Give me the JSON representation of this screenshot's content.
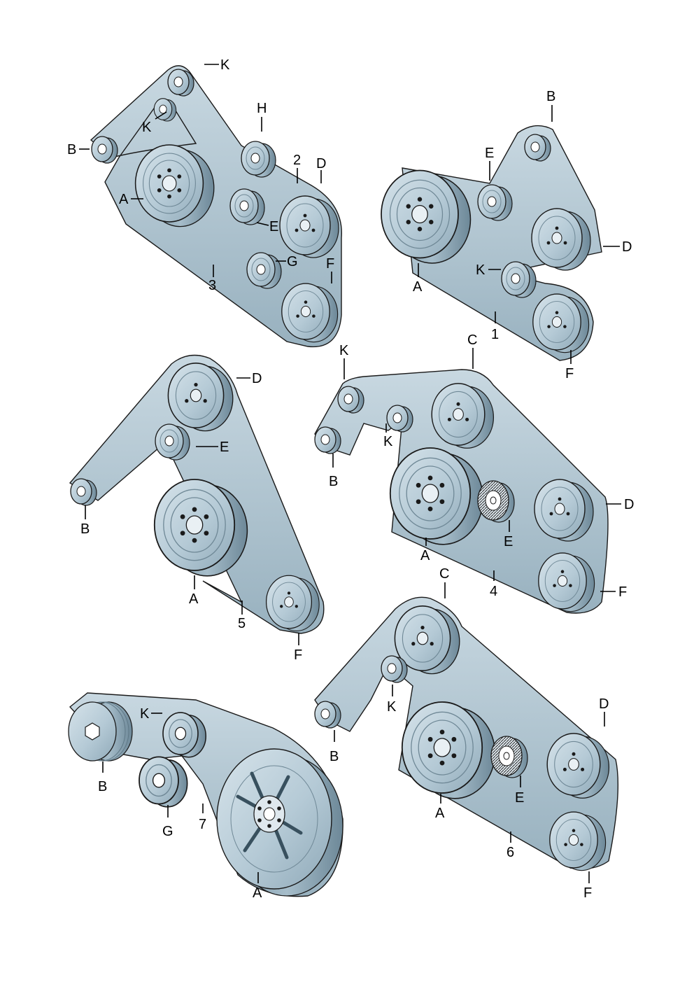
{
  "diagram": {
    "title": "Poly V-belt drive arrangements",
    "colors": {
      "pulley_face": "#b9cdd8",
      "pulley_side": "#8ea9b8",
      "pulley_dark": "#5f7886",
      "belt": "#a9c0cc",
      "outline": "#1a1a1a",
      "hole": "#1a1a1a",
      "background": "#ffffff"
    },
    "assemblies": [
      {
        "id": "belt-3",
        "belt_number": "3",
        "labels": {
          "k_top": "K",
          "k_mid": "K",
          "b": "B",
          "a": "A",
          "h": "H",
          "two": "2",
          "d": "D",
          "e": "E",
          "g": "G",
          "f": "F",
          "belt": "3"
        }
      },
      {
        "id": "belt-1",
        "belt_number": "1",
        "labels": {
          "b": "B",
          "e": "E",
          "a": "A",
          "d": "D",
          "k": "K",
          "f": "F",
          "belt": "1"
        }
      },
      {
        "id": "belt-5",
        "belt_number": "5",
        "labels": {
          "d": "D",
          "e": "E",
          "b": "B",
          "a": "A",
          "f": "F",
          "belt": "5"
        }
      },
      {
        "id": "belt-4",
        "belt_number": "4",
        "labels": {
          "k": "K",
          "c": "C",
          "k2": "K",
          "b": "B",
          "d": "D",
          "a": "A",
          "e": "E",
          "f": "F",
          "belt": "4"
        }
      },
      {
        "id": "belt-6",
        "belt_number": "6",
        "labels": {
          "c": "C",
          "k": "K",
          "b": "B",
          "d": "D",
          "a": "A",
          "e": "E",
          "f": "F",
          "belt": "6"
        }
      },
      {
        "id": "belt-7",
        "belt_number": "7",
        "labels": {
          "k": "K",
          "b": "B",
          "g": "G",
          "belt": "7",
          "a": "A"
        }
      }
    ]
  }
}
